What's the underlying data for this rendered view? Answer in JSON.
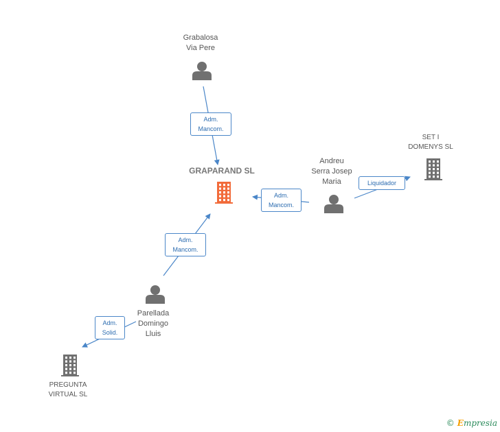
{
  "nodes": {
    "grabalosa": {
      "lines": [
        "Grabalosa",
        "Via Pere"
      ],
      "kind": "person"
    },
    "graparand": {
      "lines": [
        "GRAPARAND SL"
      ],
      "kind": "company-main"
    },
    "andreu": {
      "lines": [
        "Andreu",
        "Serra Josep",
        "Maria"
      ],
      "kind": "person"
    },
    "set_i_domenys": {
      "lines": [
        "SET I",
        "DOMENYS SL"
      ],
      "kind": "company"
    },
    "parellada": {
      "lines": [
        "Parellada",
        "Domingo",
        "Lluis"
      ],
      "kind": "person"
    },
    "pregunta_virtual": {
      "lines": [
        "PREGUNTA",
        "VIRTUAL SL"
      ],
      "kind": "company"
    }
  },
  "edges": [
    {
      "from": "grabalosa",
      "to": "graparand",
      "label": "Adm.\nMancom."
    },
    {
      "from": "andreu",
      "to": "graparand",
      "label": "Adm.\nMancom."
    },
    {
      "from": "andreu",
      "to": "set_i_domenys",
      "label": "Liquidador"
    },
    {
      "from": "parellada",
      "to": "graparand",
      "label": "Adm.\nMancom."
    },
    {
      "from": "parellada",
      "to": "pregunta_virtual",
      "label": "Adm.\nSolid."
    }
  ],
  "colors": {
    "person": "#707070",
    "company": "#707070",
    "company_main": "#f26b3a",
    "edge": "#4a86c8"
  },
  "watermark": {
    "copyright": "©",
    "brand_initial": "E",
    "brand_rest": "mpresia"
  }
}
